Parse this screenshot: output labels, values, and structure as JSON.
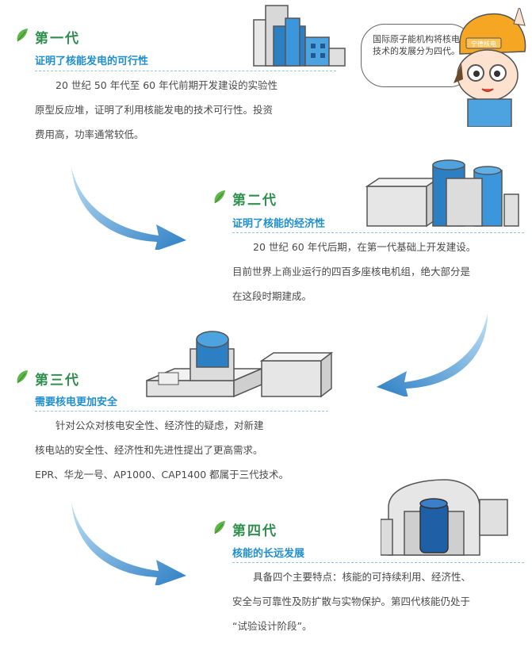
{
  "bubble": {
    "text": "国际原子能机构将核电技术的发展分为四代。"
  },
  "mascot": {
    "helmet_label": "宁德核电"
  },
  "generations": [
    {
      "title": "第一代",
      "subtitle": "证明了核能发电的可行性",
      "lines": [
        "20 世纪 50 年代至 60 年代前期开发建设的实验性",
        "原型反应堆，证明了利用核能发电的技术可行性。投资",
        "费用高，功率通常较低。"
      ]
    },
    {
      "title": "第二代",
      "subtitle": "证明了核能的经济性",
      "lines": [
        "20 世纪 60 年代后期，在第一代基础上开发建设。",
        "目前世界上商业运行的四百多座核电机组，绝大部分是",
        "在这段时期建成。"
      ]
    },
    {
      "title": "第三代",
      "subtitle": "需要核电更加安全",
      "lines": [
        "针对公众对核电安全性、经济性的疑虑，对新建",
        "核电站的安全性、经济性和先进性提出了更高需求。",
        "EPR、华龙一号、AP1000、CAP1400 都属于三代技术。"
      ]
    },
    {
      "title": "第四代",
      "subtitle": "核能的长远发展",
      "lines": [
        "具备四个主要特点：核能的可持续利用、经济性、",
        "安全与可靠性及防扩散与实物保护。第四代核能仍处于",
        "“试验设计阶段”。"
      ]
    }
  ],
  "colors": {
    "title": "#2f8f4e",
    "subtitle": "#1f8fcf",
    "arrow": "#3a8fd0",
    "leaf": "#5fb54a"
  }
}
